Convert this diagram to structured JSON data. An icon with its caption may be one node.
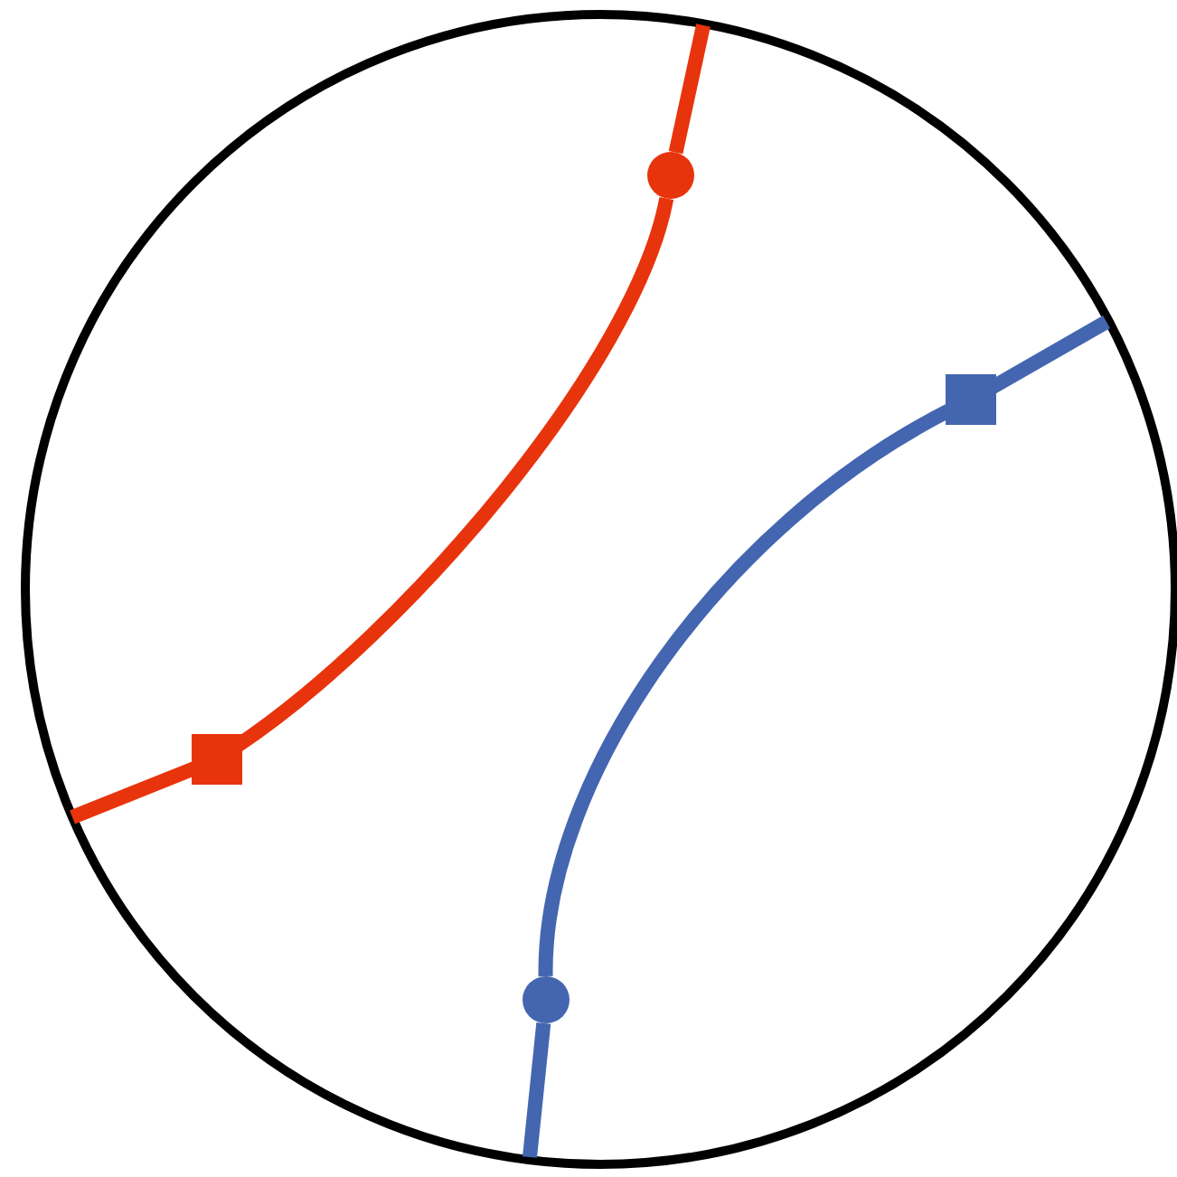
{
  "diagram": {
    "nodes": [
      {
        "text": [],
        "shape": "circle"
      },
      {
        "text": [],
        "shape": "circle",
        "in": 0
      },
      {
        "text": [],
        "shape": "box",
        "in": 0
      },
      {
        "text": [],
        "shape": "box",
        "in": 0
      },
      {
        "text": [],
        "shape": "circle",
        "in": 0
      }
    ],
    "edges": [
      {
        "from": 0,
        "to": 3,
        "arrow": "none",
        "color": "#e8340c"
      },
      {
        "from": 3,
        "to": 1,
        "arrow": "none",
        "color": "#e8340c"
      },
      {
        "from": 1,
        "to": 0,
        "arrow": "none",
        "color": "#e8340c"
      },
      {
        "from": 0,
        "to": 2,
        "arrow": "none",
        "color": "#4466b0"
      },
      {
        "from": 2,
        "to": 4,
        "arrow": "none",
        "color": "#4466b0"
      },
      {
        "from": 4,
        "to": 0,
        "arrow": "none",
        "color": "#4466b0"
      }
    ]
  }
}
